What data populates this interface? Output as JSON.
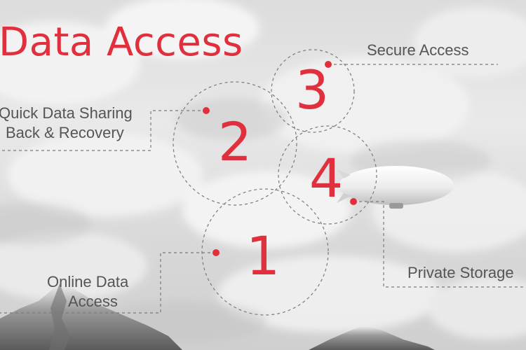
{
  "slide": {
    "title": "Data Access",
    "accent_color": "#e0303d",
    "text_color": "#555555",
    "line_color": "#7a7a7a"
  },
  "features": [
    {
      "number": "2",
      "label_lines": [
        "Quick Data Sharing",
        "Back & Recovery"
      ]
    },
    {
      "number": "3",
      "label_lines": [
        "Secure Access"
      ]
    },
    {
      "number": "4",
      "label_lines": [
        "Private Storage"
      ]
    },
    {
      "number": "1",
      "label_lines": [
        "Online Data",
        "Access"
      ]
    }
  ],
  "imagery": [
    "cloudy-sky-background",
    "airship-illustration",
    "mountain-peaks"
  ]
}
